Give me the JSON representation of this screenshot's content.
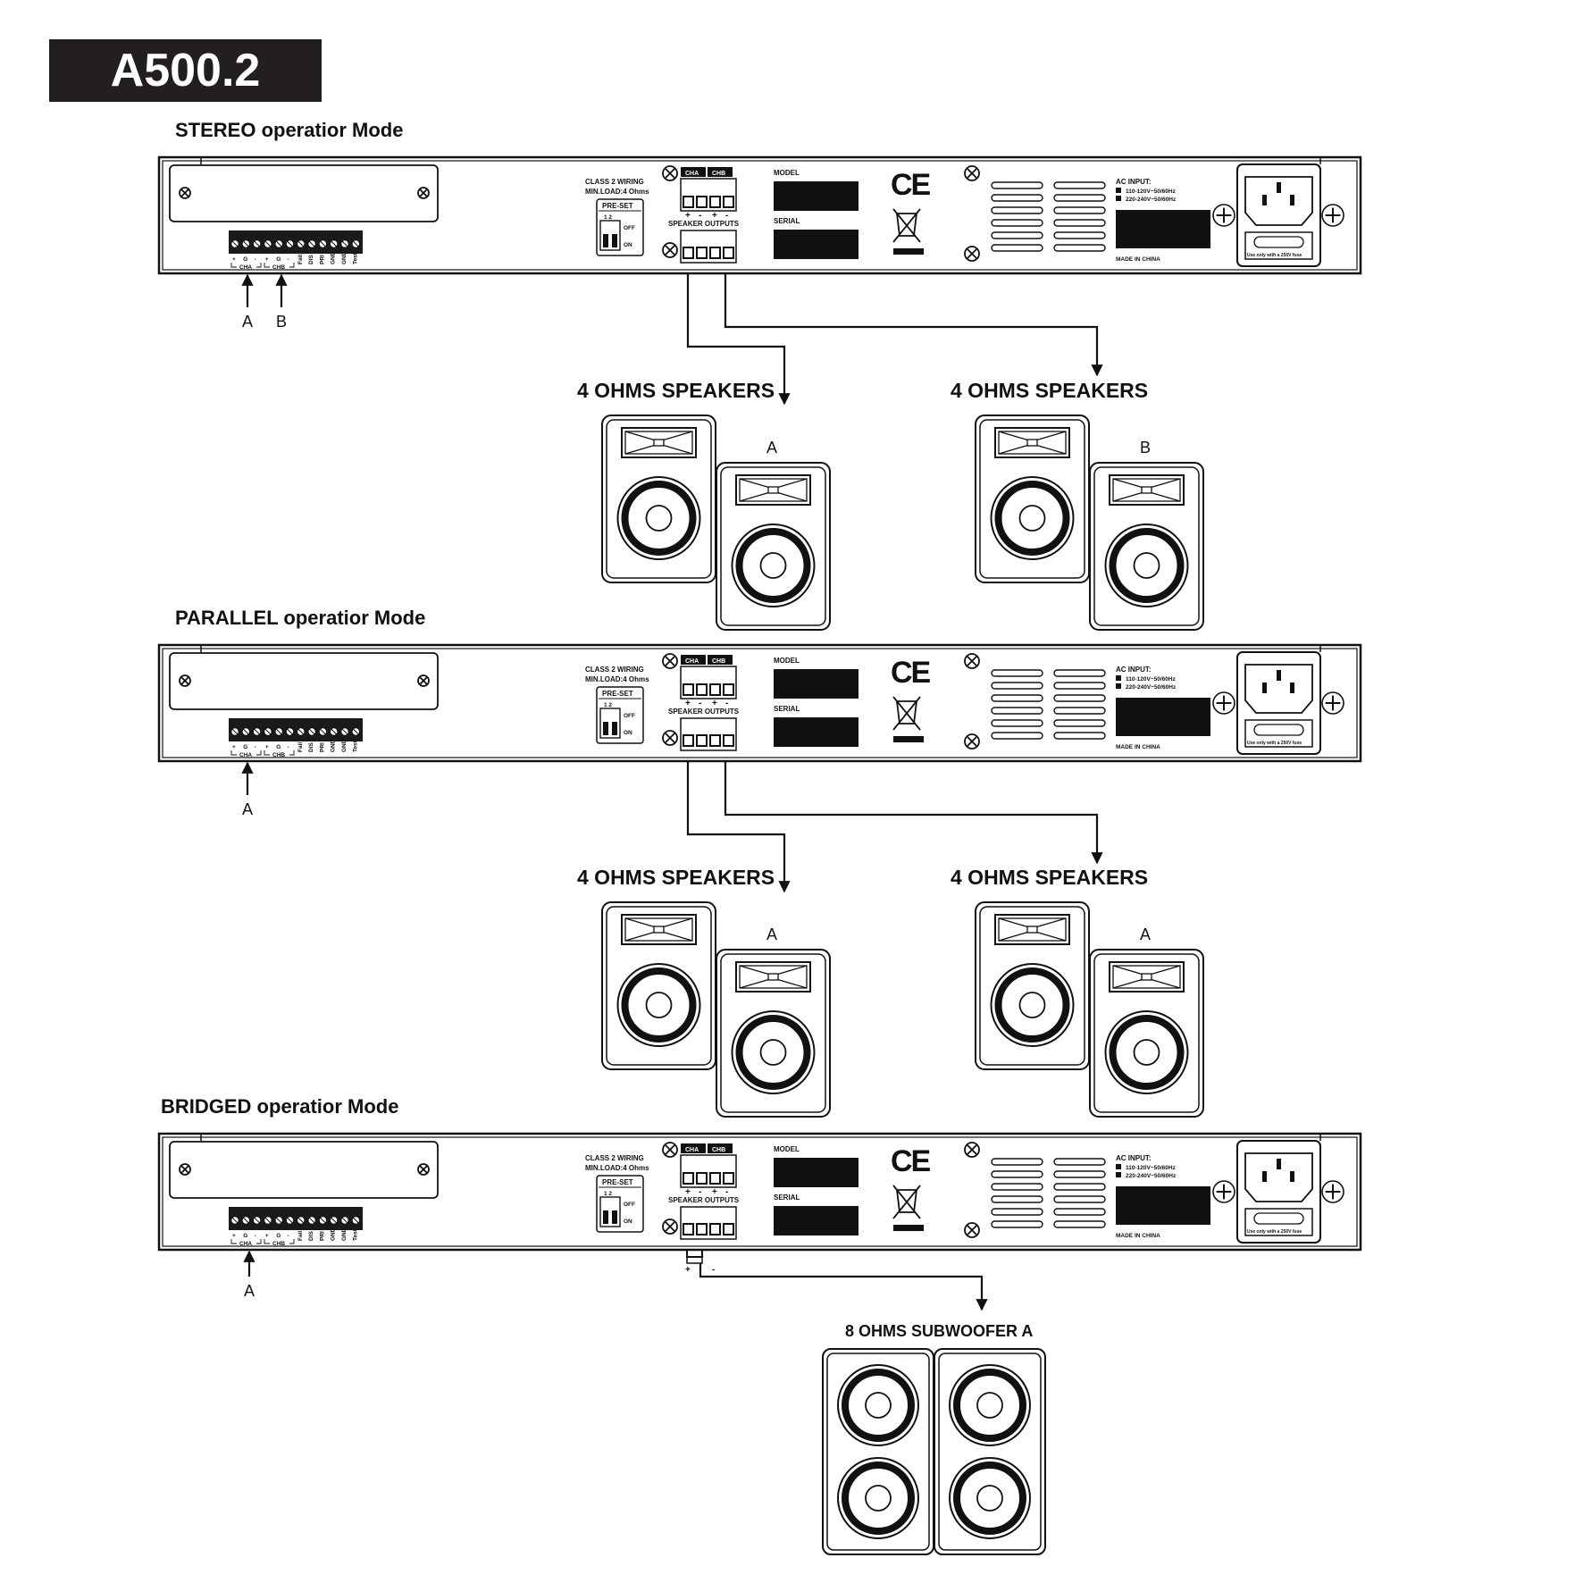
{
  "model_badge": "A500.2",
  "panel_text": {
    "wiring_line1": "CLASS 2 WIRING",
    "wiring_line2": "MIN.LOAD:4 Ohms",
    "preset": "PRE-SET",
    "dip_numbers": "1 2",
    "off": "OFF",
    "on": "ON",
    "cha": "CHA",
    "chb": "CHB",
    "speaker_outputs": "SPEAKER OUTPUTS",
    "model_label": "MODEL",
    "serial_label": "SERIAL",
    "ce": "CE",
    "ac_input": "AC INPUT:",
    "voltage_1": "110-120V~50/60Hz",
    "voltage_2": "220-240V~50/60Hz",
    "made_in": "MADE IN CHINA",
    "fuse_note": "Use only with a 250V fuse",
    "terminal_labels": [
      "+",
      "G",
      "-",
      "+",
      "G",
      "-",
      "Fail",
      "DIS",
      "PRI",
      "GND",
      "GND",
      "Test"
    ],
    "terminal_groups": [
      "CHA",
      "CHB"
    ],
    "output_polarity": [
      "+",
      "-",
      "+",
      "-"
    ]
  },
  "sections": [
    {
      "title": "STEREO  operatior Mode",
      "input_labels": [
        "A",
        "B"
      ],
      "speaker_groups": [
        {
          "title": "4 OHMS SPEAKERS",
          "label": "A"
        },
        {
          "title": "4 OHMS SPEAKERS",
          "label": "B"
        }
      ]
    },
    {
      "title": "PARALLEL  operatior Mode",
      "input_labels": [
        "A"
      ],
      "speaker_groups": [
        {
          "title": "4 OHMS SPEAKERS",
          "label": "A"
        },
        {
          "title": "4 OHMS SPEAKERS",
          "label": "A"
        }
      ]
    },
    {
      "title": "BRIDGED  operatior Mode",
      "input_labels": [
        "A"
      ],
      "bridge_polarity": [
        "+",
        "-"
      ],
      "subwoofer": {
        "title": "8 OHMS SUBWOOFER   A"
      }
    }
  ]
}
